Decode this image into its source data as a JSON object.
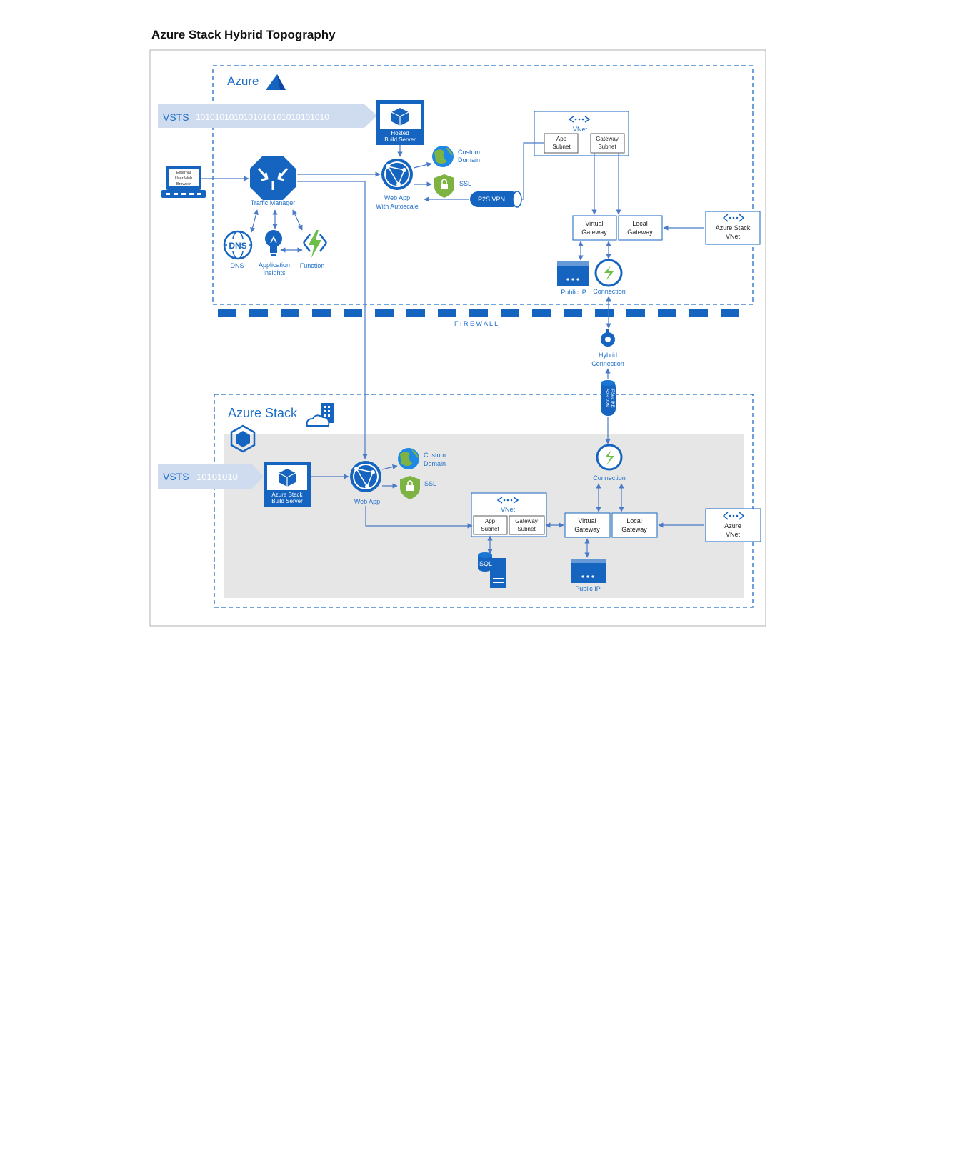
{
  "title": "Azure Stack Hybrid Topography",
  "azure": {
    "label": "Azure",
    "vsts": {
      "label": "VSTS",
      "bits": "1010101010101010101010101010"
    },
    "hosted_build": [
      "Hosted",
      "Build Server"
    ],
    "browser": [
      "External",
      "User Web",
      "Browser"
    ],
    "traffic_manager": "Traffic  Manager",
    "dns_badge": "DNS",
    "dns": "DNS",
    "app_insights": [
      "Application",
      "Insights"
    ],
    "function": "Function",
    "web_app": [
      "Web  App",
      "With  Autoscale"
    ],
    "custom_domain": [
      "Custom",
      "Domain"
    ],
    "ssl": "SSL",
    "p2s_vpn": "P2S VPN",
    "vnet": "VNet",
    "app_subnet": [
      "App",
      "Subnet"
    ],
    "gateway_subnet": [
      "Gateway",
      "Subnet"
    ],
    "virtual_gateway": [
      "Virtual",
      "Gateway"
    ],
    "local_gateway": [
      "Local",
      "Gateway"
    ],
    "azure_stack_vnet": [
      "Azure  Stack",
      "VNet"
    ],
    "public_ip": "Public IP",
    "connection": "Connection"
  },
  "firewall": {
    "label": "F I R E W A L L",
    "hybrid_connection": [
      "Hybrid",
      "Connection"
    ],
    "s2s_vpn": "S2S VPN",
    "ipsec": "IPSec IKE"
  },
  "stack": {
    "label": "Azure Stack",
    "vsts": {
      "label": "VSTS",
      "bits": "10101010"
    },
    "build": [
      "Azure Stack",
      "Build Server"
    ],
    "web_app": "Web  App",
    "custom_domain": [
      "Custom",
      "Domain"
    ],
    "ssl": "SSL",
    "vnet": "VNet",
    "app_subnet": [
      "App",
      "Subnet"
    ],
    "gateway_subnet": [
      "Gateway",
      "Subnet"
    ],
    "sql": "SQL",
    "virtual_gateway": [
      "Virtual",
      "Gateway"
    ],
    "local_gateway": [
      "Local",
      "Gateway"
    ],
    "azure_vnet": [
      "Azure",
      "VNet"
    ],
    "public_ip": "Public IP",
    "connection": "Connection"
  },
  "colors": {
    "accent": "#1565c0",
    "label_blue": "#1e6ec8",
    "line": "#4a7bc8",
    "vsts_band": "#cfdcf0",
    "stack_bg": "#e6e6e6",
    "icon_green": "#7cb342",
    "bolt_green": "#6cc04a"
  }
}
